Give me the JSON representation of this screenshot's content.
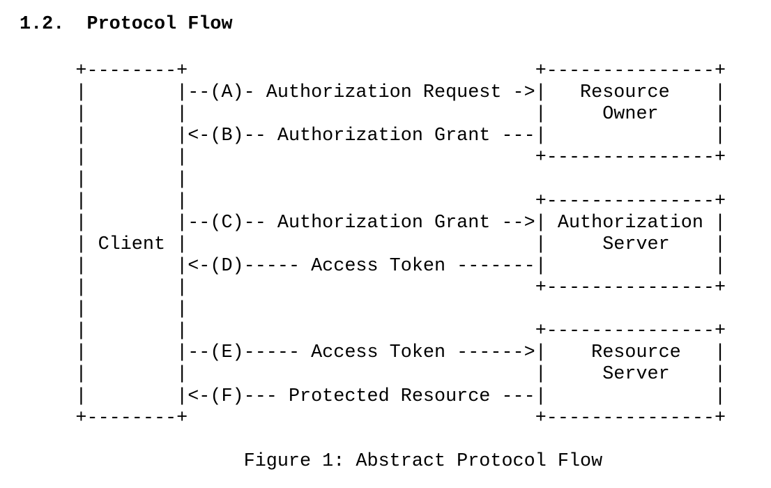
{
  "colors": {
    "background": "#ffffff",
    "text": "#000000"
  },
  "section": {
    "number": "1.2.",
    "title": "Protocol Flow"
  },
  "figure": {
    "ascii_art": [
      "     +--------+                               +---------------+",
      "     |        |--(A)- Authorization Request ->|   Resource    |",
      "     |        |                               |     Owner     |",
      "     |        |<-(B)-- Authorization Grant ---|               |",
      "     |        |                               +---------------+",
      "     |        |",
      "     |        |                               +---------------+",
      "     |        |--(C)-- Authorization Grant -->| Authorization |",
      "     | Client |                               |     Server    |",
      "     |        |<-(D)----- Access Token -------|               |",
      "     |        |                               +---------------+",
      "     |        |",
      "     |        |                               +---------------+",
      "     |        |--(E)----- Access Token ------>|    Resource   |",
      "     |        |                               |     Server    |",
      "     |        |<-(F)--- Protected Resource ---|               |",
      "     +--------+                               +---------------+"
    ],
    "caption": "Figure 1: Abstract Protocol Flow"
  },
  "diagram": {
    "entities": [
      {
        "name": "Client"
      },
      {
        "name": "Resource Owner"
      },
      {
        "name": "Authorization Server"
      },
      {
        "name": "Resource Server"
      }
    ],
    "flows": [
      {
        "step": "A",
        "label": "Authorization Request",
        "from": "Client",
        "to": "Resource Owner"
      },
      {
        "step": "B",
        "label": "Authorization Grant",
        "from": "Resource Owner",
        "to": "Client"
      },
      {
        "step": "C",
        "label": "Authorization Grant",
        "from": "Client",
        "to": "Authorization Server"
      },
      {
        "step": "D",
        "label": "Access Token",
        "from": "Authorization Server",
        "to": "Client"
      },
      {
        "step": "E",
        "label": "Access Token",
        "from": "Client",
        "to": "Resource Server"
      },
      {
        "step": "F",
        "label": "Protected Resource",
        "from": "Resource Server",
        "to": "Client"
      }
    ]
  }
}
